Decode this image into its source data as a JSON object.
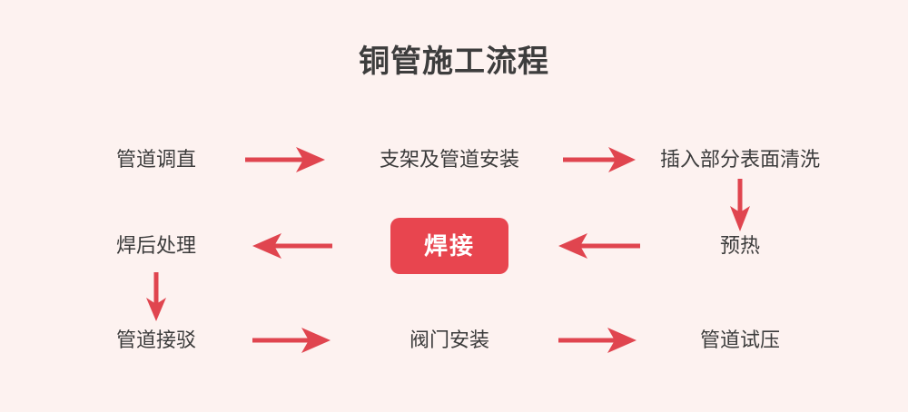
{
  "chart_data": {
    "type": "diagram",
    "diagram_type": "flowchart",
    "title": "铜管施工流程",
    "background_color": "#fdf2f0",
    "accent_color": "#e8454f",
    "text_color": "#3b3b3b",
    "layout": "3 rows x 3 columns serpentine (boustrophedon) flow",
    "nodes": [
      {
        "id": "n1",
        "label": "管道调直",
        "row": 1,
        "col": 1,
        "highlight": false
      },
      {
        "id": "n2",
        "label": "支架及管道安装",
        "row": 1,
        "col": 2,
        "highlight": false
      },
      {
        "id": "n3",
        "label": "插入部分表面清洗",
        "row": 1,
        "col": 3,
        "highlight": false
      },
      {
        "id": "n4",
        "label": "预热",
        "row": 2,
        "col": 3,
        "highlight": false
      },
      {
        "id": "n5",
        "label": "焊接",
        "row": 2,
        "col": 2,
        "highlight": true
      },
      {
        "id": "n6",
        "label": "焊后处理",
        "row": 2,
        "col": 1,
        "highlight": false
      },
      {
        "id": "n7",
        "label": "管道接驳",
        "row": 3,
        "col": 1,
        "highlight": false
      },
      {
        "id": "n8",
        "label": "阀门安装",
        "row": 3,
        "col": 2,
        "highlight": false
      },
      {
        "id": "n9",
        "label": "管道试压",
        "row": 3,
        "col": 3,
        "highlight": false
      }
    ],
    "edges": [
      {
        "from": "n1",
        "to": "n2",
        "direction": "right"
      },
      {
        "from": "n2",
        "to": "n3",
        "direction": "right"
      },
      {
        "from": "n3",
        "to": "n4",
        "direction": "down"
      },
      {
        "from": "n4",
        "to": "n5",
        "direction": "left"
      },
      {
        "from": "n5",
        "to": "n6",
        "direction": "left"
      },
      {
        "from": "n6",
        "to": "n7",
        "direction": "down"
      },
      {
        "from": "n7",
        "to": "n8",
        "direction": "right"
      },
      {
        "from": "n8",
        "to": "n9",
        "direction": "right"
      }
    ]
  },
  "flowchart": {
    "title": "铜管施工流程",
    "row1": {
      "node1": "管道调直",
      "node2": "支架及管道安装",
      "node3": "插入部分表面清洗"
    },
    "row2": {
      "node1": "焊后处理",
      "node2": "焊接",
      "node3": "预热"
    },
    "row3": {
      "node1": "管道接驳",
      "node2": "阀门安装",
      "node3": "管道试压"
    }
  }
}
